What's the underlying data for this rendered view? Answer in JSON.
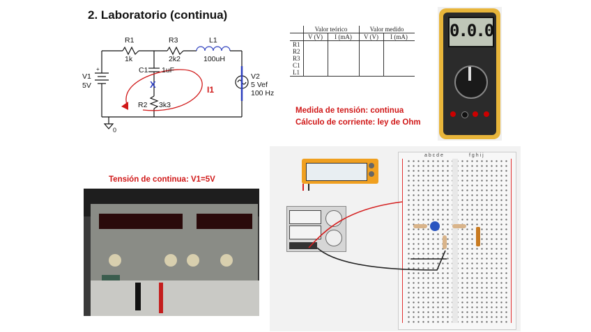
{
  "title": "2. Laboratorio (continua)",
  "schematic": {
    "r1_name": "R1",
    "r1_value": "1k",
    "r3_name": "R3",
    "r3_value": "2k2",
    "l1_name": "L1",
    "l1_value": "100uH",
    "c1_name": "C1",
    "c1_value": "1uF",
    "r2_name": "R2",
    "r2_value": "3k3",
    "v1_name": "V1",
    "v1_value": "5V",
    "v2_name": "V2",
    "v2_value": "5 Vef",
    "v2_freq": "100 Hz",
    "current_label": "I1",
    "ground_label": "0",
    "plus_sign": "+",
    "open_mark": "X"
  },
  "table": {
    "group_theoretical": "Valor teórico",
    "group_measured": "Valor medido",
    "col_v": "V (V)",
    "col_i": "I (mA)",
    "rows": [
      "R1",
      "R2",
      "R3",
      "C1",
      "L1"
    ]
  },
  "multimeter": {
    "display": "0.0.0"
  },
  "notes": {
    "measure": "Medida de tensión: continua",
    "calc": "Cálculo de corriente: ley de Ohm",
    "psu_caption": "Tensión de continua: V1=5V"
  },
  "breadboard": {
    "col_letters_left": "a b c d e",
    "col_letters_right": "f g h i j"
  },
  "colors": {
    "accent_red": "#d01818",
    "wire_red": "#d42020",
    "multimeter_yellow": "#e8b53a"
  }
}
